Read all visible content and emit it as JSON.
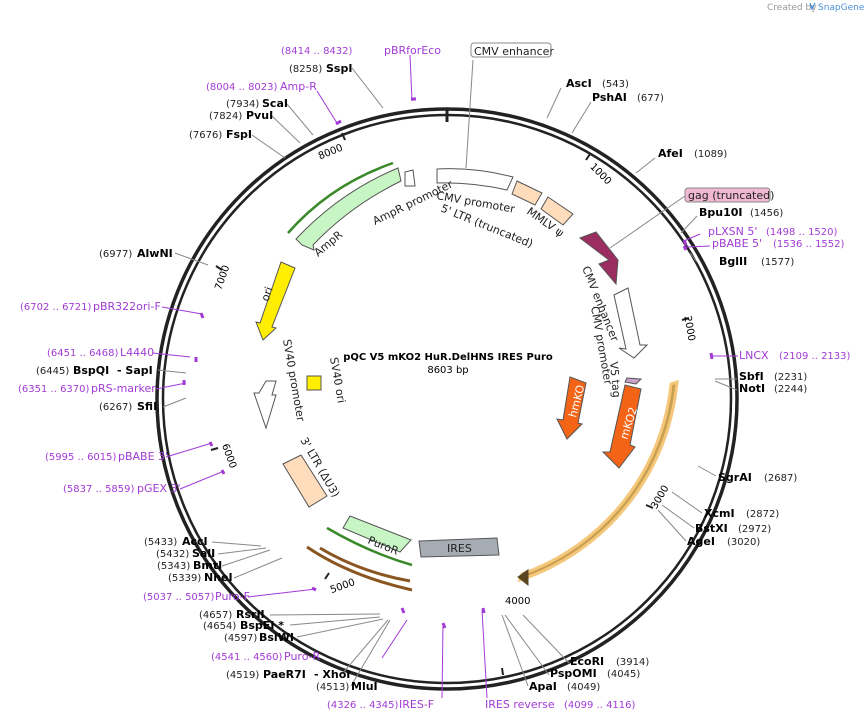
{
  "credit": {
    "created_by": "Created by",
    "brand": "SnapGene"
  },
  "plasmid": {
    "name": "pQC V5 mKO2 HuR.DelHNS IRES Puro",
    "length": "8603 bp"
  },
  "ticks": [
    "1000",
    "2000",
    "3000",
    "4000",
    "5000",
    "6000",
    "7000",
    "8000"
  ],
  "features": {
    "cmv_enhancer_top": "CMV enhancer",
    "cmv_promoter_top": "CMV promoter",
    "ltr_5": "5' LTR (truncated)",
    "mmlv_psi": "MMLV ψ",
    "ampr_promoter": "AmpR promoter",
    "ampr": "AmpR",
    "ori": "ori",
    "sv40_promoter": "SV40 promoter",
    "sv40_ori": "SV40 ori",
    "ltr_3": "3' LTR (ΔU3)",
    "puror": "PuroR",
    "ires": "IRES",
    "gag": "gag (truncated)",
    "cmv_enhancer_in": "CMV enhancer",
    "cmv_promoter_in": "CMV promoter",
    "v5_tag": "V5 tag",
    "hmko": "hmKO",
    "mko2": "mKO2"
  },
  "sites": [
    {
      "name": "AscI",
      "pos": "(543)"
    },
    {
      "name": "PshAI",
      "pos": "(677)"
    },
    {
      "name": "AfeI",
      "pos": "(1089)"
    },
    {
      "name": "Bpu10I",
      "pos": "(1456)"
    },
    {
      "name": "BglII",
      "pos": "(1577)"
    },
    {
      "name": "SbfI",
      "pos": "(2231)"
    },
    {
      "name": "NotI",
      "pos": "(2244)"
    },
    {
      "name": "SgrAI",
      "pos": "(2687)"
    },
    {
      "name": "XcmI",
      "pos": "(2872)"
    },
    {
      "name": "BstXI",
      "pos": "(2972)"
    },
    {
      "name": "AgeI",
      "pos": "(3020)"
    },
    {
      "name": "EcoRI",
      "pos": "(3914)"
    },
    {
      "name": "PspOMI",
      "pos": "(4045)"
    },
    {
      "name": "ApaI",
      "pos": "(4049)"
    },
    {
      "name": "MluI",
      "pos": "(4513)"
    },
    {
      "name": "PaeR7I",
      "pos": "(4519)"
    },
    {
      "name": "- XhoI",
      "pos": ""
    },
    {
      "name": "BsiWI",
      "pos": "(4597)"
    },
    {
      "name": "BspEI *",
      "pos": "(4654)"
    },
    {
      "name": "RsrII",
      "pos": "(4657)"
    },
    {
      "name": "NheI",
      "pos": "(5339)"
    },
    {
      "name": "BmtI",
      "pos": "(5343)"
    },
    {
      "name": "SalI",
      "pos": "(5432)"
    },
    {
      "name": "AccI",
      "pos": "(5433)"
    },
    {
      "name": "SfiI",
      "pos": "(6267)"
    },
    {
      "name": "BspQI",
      "pos": "(6445)"
    },
    {
      "name": "- SapI",
      "pos": ""
    },
    {
      "name": "AlwNI",
      "pos": "(6977)"
    },
    {
      "name": "FspI",
      "pos": "(7676)"
    },
    {
      "name": "PvuI",
      "pos": "(7824)"
    },
    {
      "name": "ScaI",
      "pos": "(7934)"
    },
    {
      "name": "SspI",
      "pos": "(8258)"
    }
  ],
  "primers": [
    {
      "name": "pBRforEco",
      "pos": "(8414 .. 8432)"
    },
    {
      "name": "Amp-R",
      "pos": "(8004 .. 8023)"
    },
    {
      "name": "pLXSN 5'",
      "pos": "(1498 .. 1520)"
    },
    {
      "name": "pBABE 5'",
      "pos": "(1536 .. 1552)"
    },
    {
      "name": "LNCX",
      "pos": "(2109 .. 2133)"
    },
    {
      "name": "IRES reverse",
      "pos": "(4099 .. 4116)"
    },
    {
      "name": "IRES-F",
      "pos": "(4326 .. 4345)"
    },
    {
      "name": "Puro-R",
      "pos": "(4541 .. 4560)"
    },
    {
      "name": "Puro-F",
      "pos": "(5037 .. 5057)"
    },
    {
      "name": "pGEX 3'",
      "pos": "(5837 .. 5859)"
    },
    {
      "name": "pBABE 3'",
      "pos": "(5995 .. 6015)"
    },
    {
      "name": "pRS-marker",
      "pos": "(6351 .. 6370)"
    },
    {
      "name": "L4440",
      "pos": "(6451 .. 6468)"
    },
    {
      "name": "pBR322ori-F",
      "pos": "(6702 .. 6721)"
    }
  ],
  "colors": {
    "ampr": "#c8f5c4",
    "ori": "#ffee00",
    "ltr": "#ffdcbb",
    "ires": "#a5acb3",
    "gag": "#9b2d60",
    "mko": "#f46417",
    "primer": "#a23bd6",
    "orf": "#f5c77a"
  }
}
